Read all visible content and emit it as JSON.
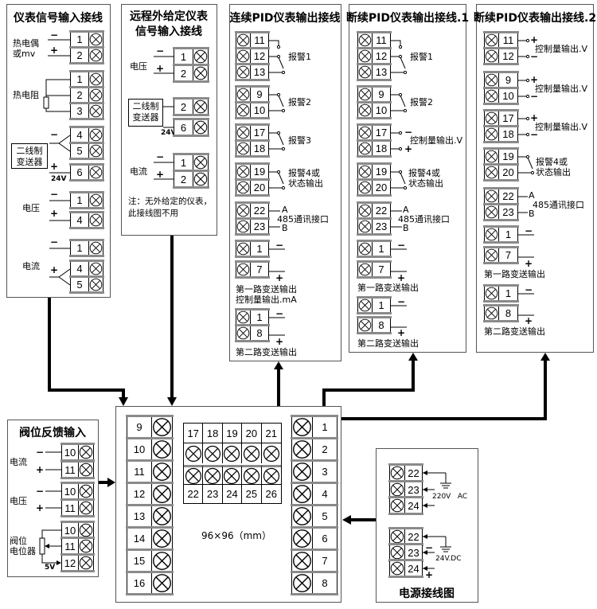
{
  "signs": {
    "minus": "−",
    "plus": "+"
  },
  "signal_input": {
    "title": "仪表信号输入接线",
    "thermocouple": "热电偶\n或mv",
    "rtd": "热电阻",
    "transmitter": "二线制\n变送器",
    "supply": "24V",
    "voltage": "电压",
    "current": "电流",
    "terminals": [
      "1",
      "2",
      "1",
      "2",
      "3",
      "4",
      "5",
      "6",
      "1",
      "4",
      "1",
      "4",
      "5"
    ]
  },
  "remote_setpoint": {
    "title": "远程外给定仪表\n信号输入接线",
    "voltage": "电压",
    "transmitter": "二线制\n变送器",
    "supply": "24V",
    "current": "电流",
    "note": "注：无外给定的仪表，\n此接线图不用",
    "terminals": [
      "1",
      "2",
      "2",
      "6",
      "1",
      "2"
    ]
  },
  "continuous_pid": {
    "title": "连续PID仪表输出接线",
    "alarm1": "报警1",
    "alarm2": "报警2",
    "alarm3": "报警3",
    "alarm4": "报警4或\n状态输出",
    "rs485": "485通讯接口",
    "a": "A",
    "b": "B",
    "transmit1": "第一路变送输出\n控制量输出.mA",
    "transmit2": "第二路变送输出",
    "terminals": [
      "11",
      "12",
      "13",
      "9",
      "10",
      "17",
      "18",
      "19",
      "20",
      "22",
      "23",
      "1",
      "7",
      "1",
      "8"
    ]
  },
  "intermittent_pid_1": {
    "title": "断续PID仪表输出接线.1",
    "alarm1": "报警1",
    "alarm2": "报警2",
    "control_v": "控制量输出.V",
    "alarm4": "报警4或\n状态输出",
    "rs485": "485通讯接口",
    "a": "A",
    "b": "B",
    "transmit1": "第一路变送输出",
    "transmit2": "第二路变送输出",
    "terminals": [
      "11",
      "12",
      "13",
      "9",
      "10",
      "17",
      "18",
      "19",
      "20",
      "22",
      "23",
      "1",
      "7",
      "1",
      "8"
    ]
  },
  "intermittent_pid_2": {
    "title": "断续PID仪表输出接线.2",
    "control_v": "控制量输出.V",
    "alarm4": "报警4或\n状态输出",
    "rs485": "485通讯接口",
    "a": "A",
    "b": "B",
    "transmit1": "第一路变送输出",
    "transmit2": "第二路变送输出",
    "terminals": [
      "11",
      "12",
      "9",
      "10",
      "17",
      "18",
      "19",
      "20",
      "22",
      "23",
      "1",
      "7",
      "1",
      "8"
    ]
  },
  "valve_feedback": {
    "title": "阀位反馈输入",
    "current": "电流",
    "voltage": "电压",
    "potentiometer": "阀位\n电位器",
    "supply": "5V",
    "terminals": [
      "10",
      "11",
      "10",
      "11",
      "10",
      "11",
      "12"
    ]
  },
  "power": {
    "title": "电源接线图",
    "ac": "220V   AC",
    "dc": "24V.DC",
    "terminals": [
      "22",
      "23",
      "24",
      "22",
      "23",
      "24"
    ]
  },
  "instrument": {
    "size_label": "96×96（mm）",
    "left_terminals": [
      "9",
      "10",
      "11",
      "12",
      "13",
      "14",
      "15",
      "16"
    ],
    "right_terminals": [
      "1",
      "2",
      "3",
      "4",
      "5",
      "6",
      "7",
      "8"
    ],
    "top_terminals": [
      "17",
      "18",
      "19",
      "20",
      "21"
    ],
    "bottom_terminals": [
      "22",
      "23",
      "24",
      "25",
      "26"
    ]
  }
}
